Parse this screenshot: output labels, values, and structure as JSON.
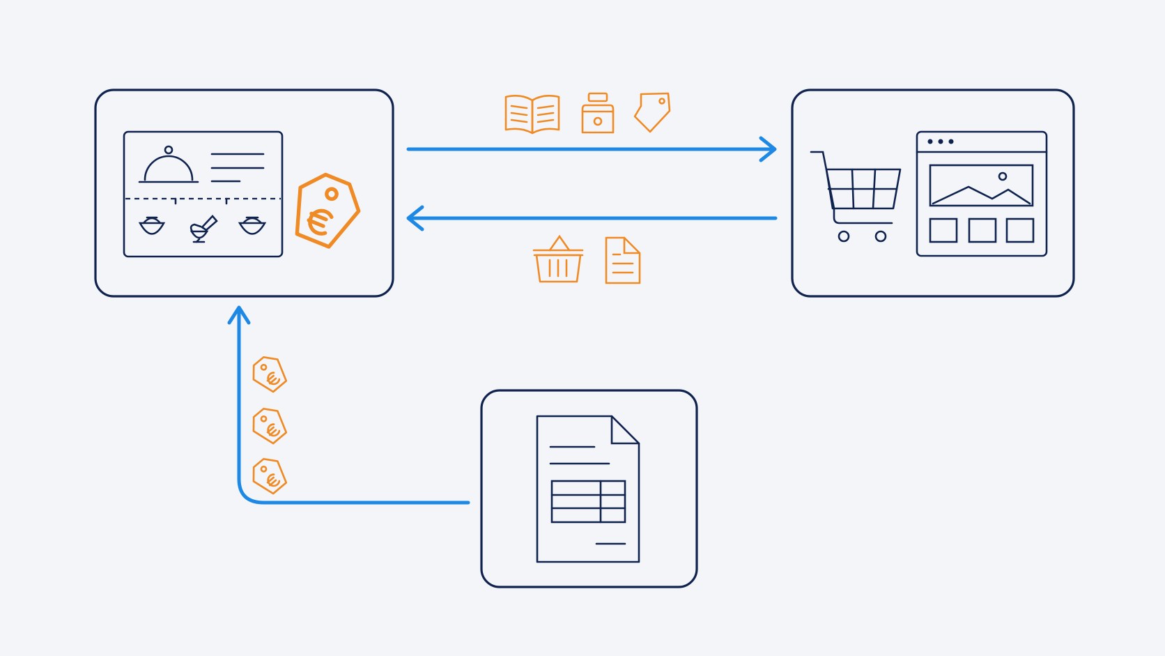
{
  "colors": {
    "background": "#f3f5f9",
    "box_stroke": "#10234f",
    "arrow": "#1e88e5",
    "accent": "#f08a24"
  },
  "nodes": [
    {
      "id": "restaurant-menu-node",
      "icons": [
        "serving-cloche-icon",
        "bowl-icon",
        "mortar-pestle-icon",
        "bowl-icon",
        "euro-price-tag-icon"
      ]
    },
    {
      "id": "webshop-node",
      "icons": [
        "shopping-cart-icon",
        "browser-window-icon"
      ]
    },
    {
      "id": "price-list-document-node",
      "icons": [
        "spreadsheet-document-icon"
      ]
    }
  ],
  "edges": [
    {
      "from": "restaurant-menu-node",
      "to": "webshop-node",
      "icons": [
        "open-book-icon",
        "jar-icon",
        "tag-icon"
      ]
    },
    {
      "from": "webshop-node",
      "to": "restaurant-menu-node",
      "icons": [
        "basket-icon",
        "document-icon"
      ]
    },
    {
      "from": "price-list-document-node",
      "to": "restaurant-menu-node",
      "icons": [
        "euro-tag-icon",
        "euro-tag-icon",
        "euro-tag-icon"
      ]
    }
  ]
}
